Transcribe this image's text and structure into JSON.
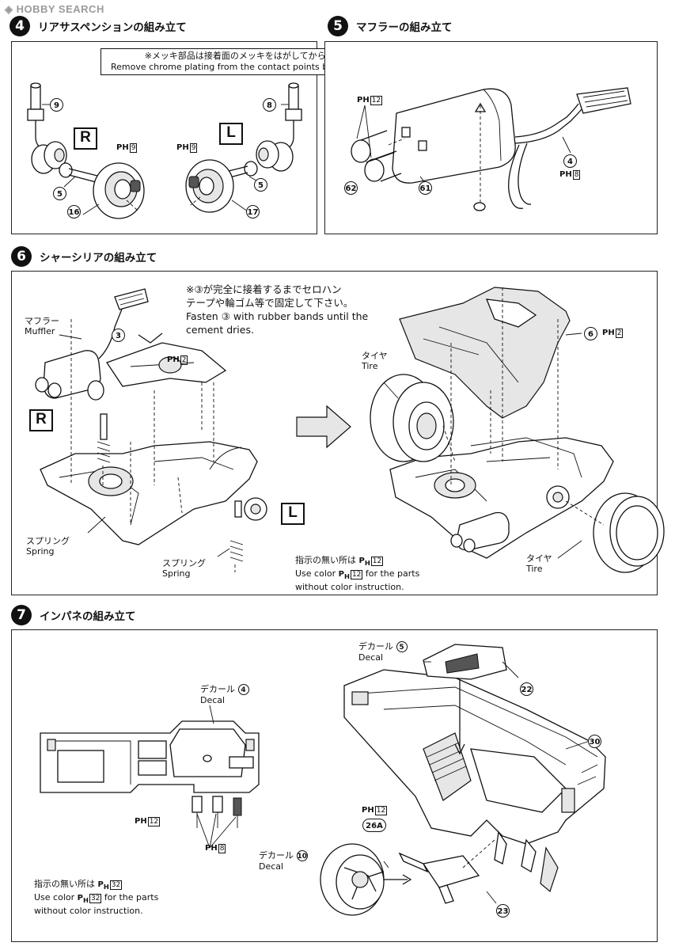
{
  "watermark": "HOBBY SEARCH",
  "steps": {
    "s4": {
      "num": "4",
      "title": "リアサスペンションの組み立て"
    },
    "s5": {
      "num": "5",
      "title": "マフラーの組み立て"
    },
    "s6": {
      "num": "6",
      "title": "シャーシリアの組み立て"
    },
    "s7": {
      "num": "7",
      "title": "インパネの組み立て"
    }
  },
  "panel4": {
    "note_jp": "※メッキ部品は接着面のメッキをはがしてから接着して下さい。",
    "note_en": "Remove chrome plating from the contact points before applying cement.",
    "side_r": "R",
    "side_l": "L",
    "parts": [
      "9",
      "5",
      "16",
      "8",
      "5",
      "17"
    ],
    "ph_left": {
      "prefix": "PH",
      "code": "9"
    },
    "ph_right": {
      "prefix": "PH",
      "code": "9"
    }
  },
  "panel5": {
    "parts": [
      "62",
      "61",
      "4"
    ],
    "ph_a": {
      "prefix": "PH",
      "code": "12"
    },
    "ph_b": {
      "prefix": "PH",
      "code": "8"
    }
  },
  "panel6": {
    "note_line1": "※③が完全に接着するまでセロハン",
    "note_line2": "テープや輪ゴム等で固定して下さい。",
    "note_line3": "Fasten ③ with rubber bands until the",
    "note_line4": "cement dries.",
    "muffler_jp": "マフラー",
    "muffler_en": "Muffler",
    "side_r": "R",
    "side_l": "L",
    "part3": "3",
    "ph_a": {
      "prefix": "PH",
      "code": "2"
    },
    "spring_jp": "スプリング",
    "spring_en": "Spring",
    "spring2_jp": "スプリング",
    "spring2_en": "Spring",
    "tire_jp": "タイヤ",
    "tire_en": "Tire",
    "tire2_jp": "タイヤ",
    "tire2_en": "Tire",
    "part6": "6",
    "ph_b": {
      "prefix": "PH",
      "code": "2"
    },
    "color_jp": "指示の無い所は",
    "color_code": "12",
    "color_en1": "Use color",
    "color_en2": "for the parts",
    "color_en3": "without color instruction."
  },
  "panel7": {
    "decal4_jp": "デカール",
    "decal4_en": "Decal",
    "decal4_num": "4",
    "decal5_jp": "デカール",
    "decal5_en": "Decal",
    "decal5_num": "5",
    "decal10_jp": "デカール",
    "decal10_en": "Decal",
    "decal10_num": "10",
    "parts": [
      "22",
      "30",
      "23",
      "26A"
    ],
    "ph_a": {
      "prefix": "PH",
      "code": "12"
    },
    "ph_b": {
      "prefix": "PH",
      "code": "8"
    },
    "ph_c": {
      "prefix": "PH",
      "code": "12"
    },
    "color_jp": "指示の無い所は",
    "color_code": "32",
    "color_en1": "Use color",
    "color_en2": "for the parts",
    "color_en3": "without color instruction."
  }
}
